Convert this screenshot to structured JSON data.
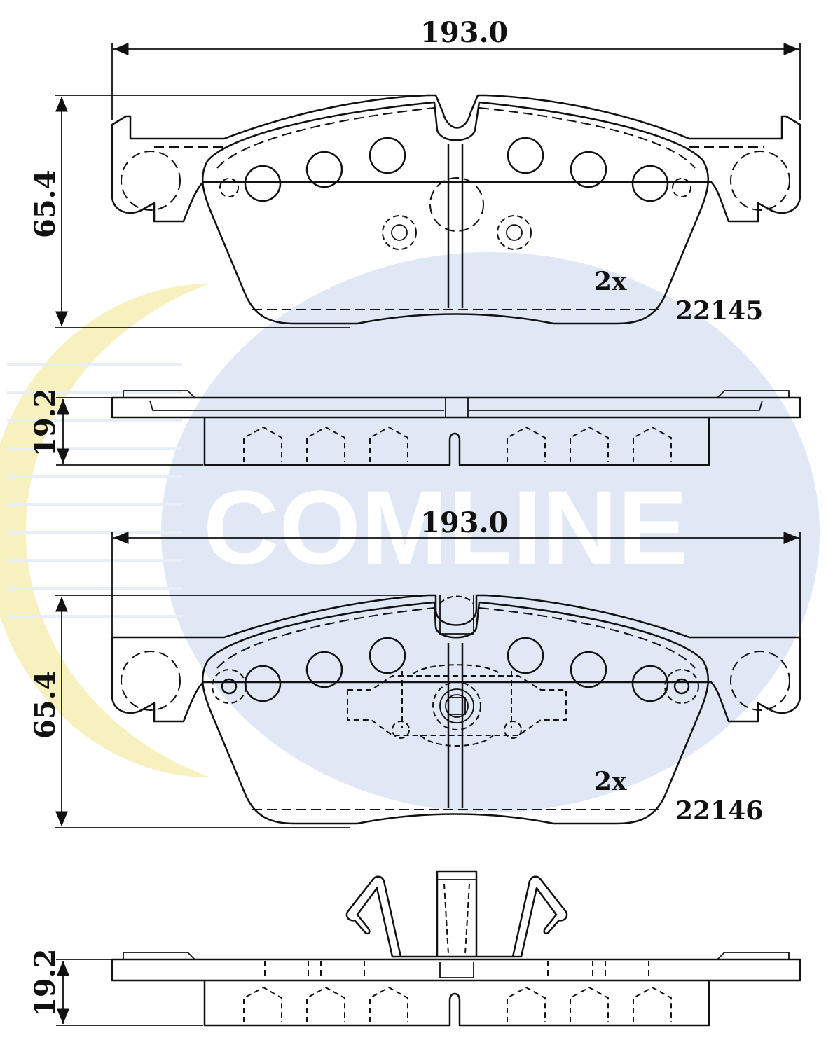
{
  "watermark": {
    "brand": "COMLINE",
    "colors": {
      "blue": "#c9d8ec",
      "yellow": "#f6eea8",
      "white": "#ffffff"
    }
  },
  "views": [
    {
      "part_number": "22145",
      "quantity_note": "2x",
      "width_dimension": "193.0",
      "height_dimension": "65.4",
      "thickness_dimension": "19.2"
    },
    {
      "part_number": "22146",
      "quantity_note": "2x",
      "width_dimension": "193.0",
      "height_dimension": "65.4",
      "thickness_dimension": "19.2"
    }
  ],
  "colors": {
    "line": "#111111",
    "background": "#ffffff"
  }
}
